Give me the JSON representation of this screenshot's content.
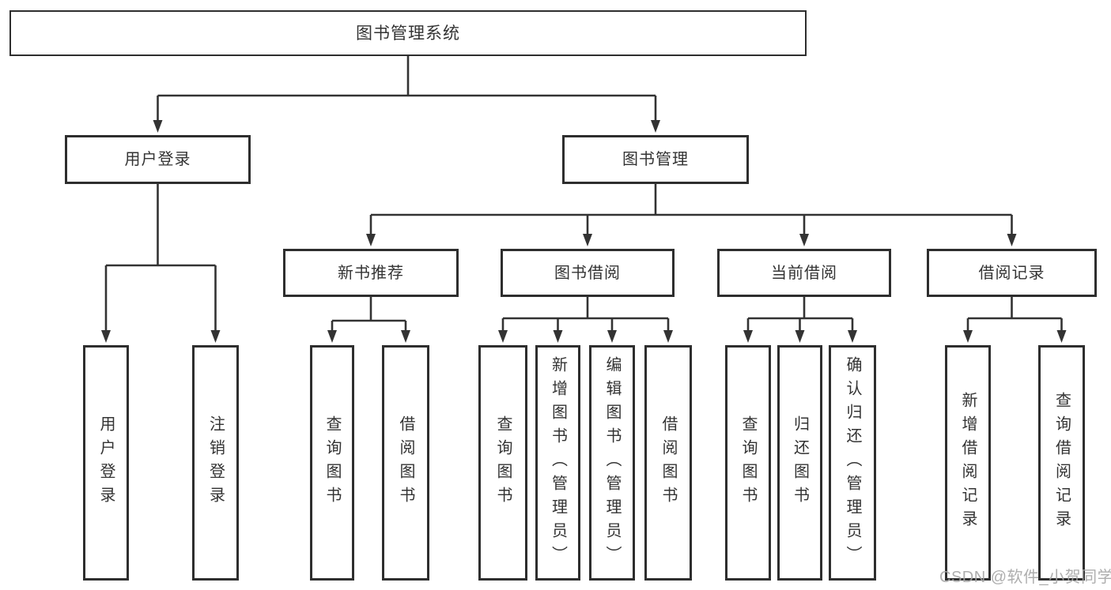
{
  "diagram": {
    "title_node": "图书管理系统",
    "level2": {
      "user_login": "用户登录",
      "book_management": "图书管理"
    },
    "level3": {
      "new_book_recommend": "新书推荐",
      "book_borrow": "图书借阅",
      "current_borrow": "当前借阅",
      "borrow_record": "借阅记录"
    },
    "leaves": {
      "user_login": [
        "用户登录",
        "注销登录"
      ],
      "new_book_recommend": [
        "查询图书",
        "借阅图书"
      ],
      "book_borrow": [
        "查询图书",
        "新增图书（管理员）",
        "编辑图书（管理员）",
        "借阅图书"
      ],
      "current_borrow": [
        "查询图书",
        "归还图书",
        "确认归还（管理员）"
      ],
      "borrow_record": [
        "新增借阅记录",
        "查询借阅记录"
      ]
    },
    "colors": {
      "line": "#333333",
      "box_border": "#2e2e2e",
      "text": "#333333",
      "background": "#ffffff",
      "watermark": "#a6a6a6"
    }
  },
  "watermark": {
    "text": "CSDN @软件_小贺同学"
  }
}
